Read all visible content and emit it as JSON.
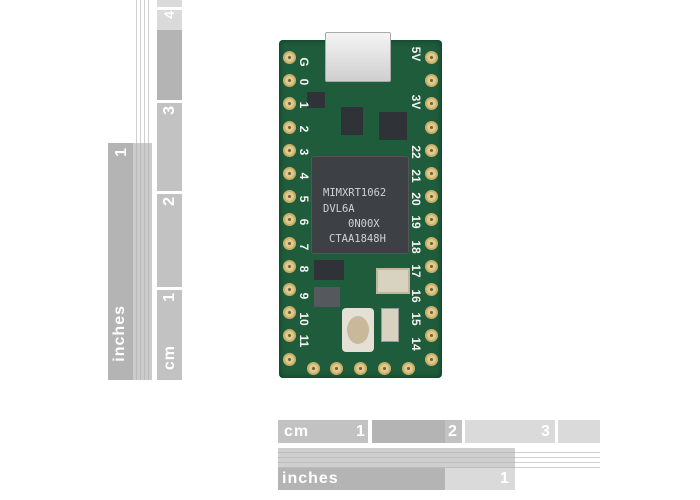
{
  "vertical_ruler": {
    "unit_inches": "inches",
    "inch_1": "1",
    "unit_cm": "cm",
    "cm_marks": [
      "1",
      "2",
      "3",
      "4"
    ]
  },
  "horizontal_ruler": {
    "unit_cm": "cm",
    "cm_marks": [
      "1",
      "2",
      "3"
    ],
    "unit_inches": "inches",
    "inch_1": "1"
  },
  "board": {
    "left_pins": [
      "G",
      "0",
      "1",
      "2",
      "3",
      "4",
      "5",
      "6",
      "7",
      "8",
      "9",
      "10",
      "11"
    ],
    "right_pins": [
      "5V",
      "3V",
      "22",
      "21",
      "20",
      "19",
      "18",
      "17",
      "16",
      "15",
      "14"
    ],
    "chip_lines": [
      "MIMXRT1062",
      "DVL6A",
      "0N00X",
      "CTAA1848H"
    ]
  }
}
